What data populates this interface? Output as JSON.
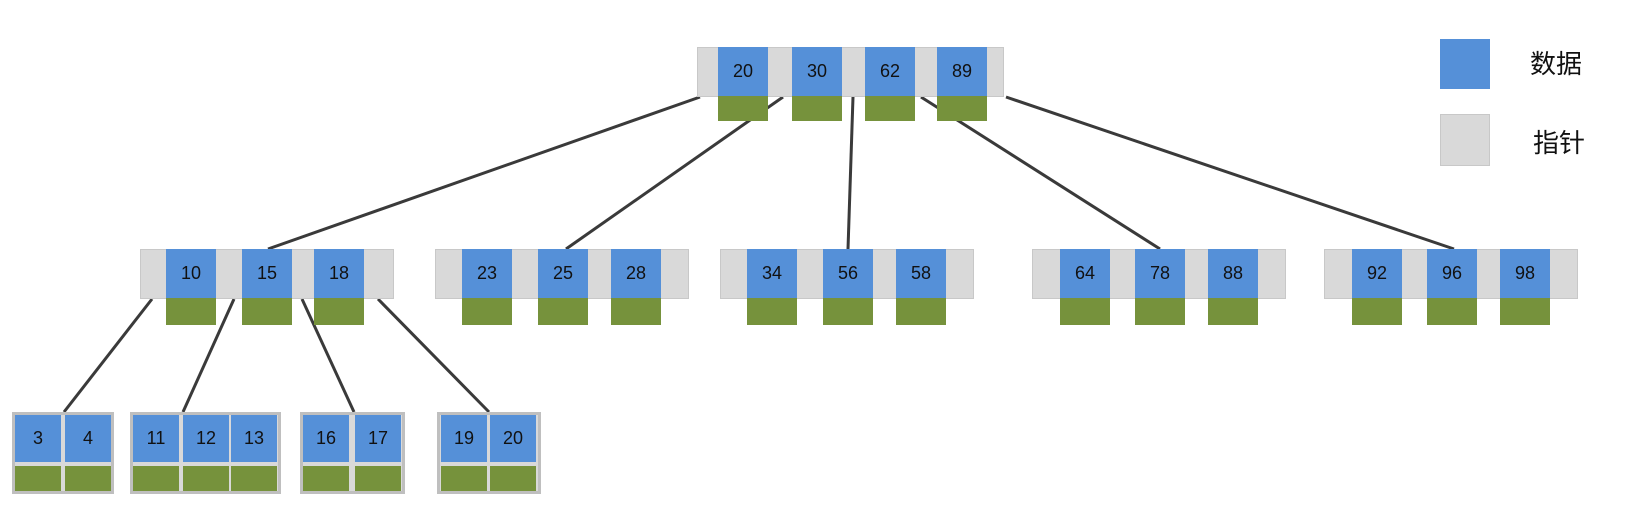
{
  "colors": {
    "data_blue": "#5590d8",
    "pointer_gray": "#d9d9d9",
    "leaf_border": "#bfbfbf",
    "green_block": "#76923c",
    "edge": "#3a3a3a"
  },
  "legend": {
    "data_label": "数据",
    "pointer_label": "指针"
  },
  "tree": {
    "root": [
      "20",
      "30",
      "62",
      "89"
    ],
    "level1": [
      [
        "10",
        "15",
        "18"
      ],
      [
        "23",
        "25",
        "28"
      ],
      [
        "34",
        "56",
        "58"
      ],
      [
        "64",
        "78",
        "88"
      ],
      [
        "92",
        "96",
        "98"
      ]
    ],
    "leaves": [
      [
        "3",
        "4"
      ],
      [
        "11",
        "12",
        "13"
      ],
      [
        "16",
        "17"
      ],
      [
        "19",
        "20"
      ]
    ]
  }
}
